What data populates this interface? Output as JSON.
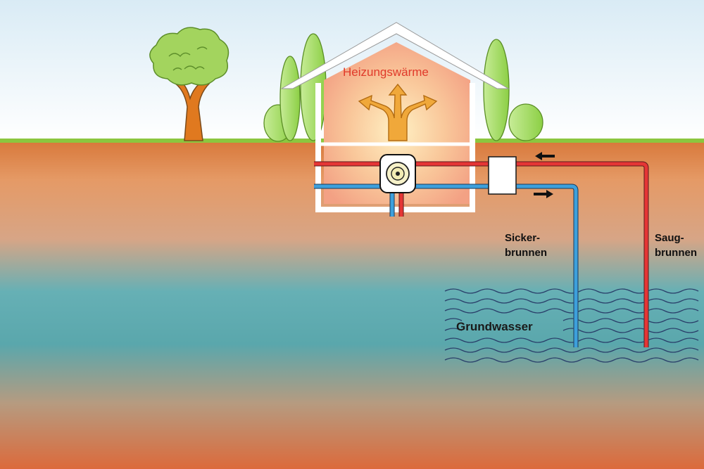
{
  "labels": {
    "heat": "Heizungswärme",
    "sicker": "Sicker-\nbrunnen",
    "saug": "Saug-\nbrunnen",
    "groundwater": "Grundwasser"
  },
  "colors": {
    "sky_top": "#dcedf6",
    "grass": "#8cc63f",
    "soil_top": "#d97b3c",
    "water": "#5ba8ae",
    "soil_bottom": "#d9683a",
    "hot_pipe": "#e53535",
    "cold_pipe": "#3da0dc",
    "heat_text": "#e03a2a",
    "arrow": "#f0a83a",
    "house_wall": "#ffffff",
    "tree_trunk": "#e0791f",
    "tree_crown": "#9fd25a"
  },
  "icons": {
    "flow_in_arrow": "arrow-left-icon",
    "flow_out_arrow": "arrow-right-icon",
    "heat_pump": "heat-pump-icon",
    "heat_exchanger": "heat-exchanger-icon"
  }
}
